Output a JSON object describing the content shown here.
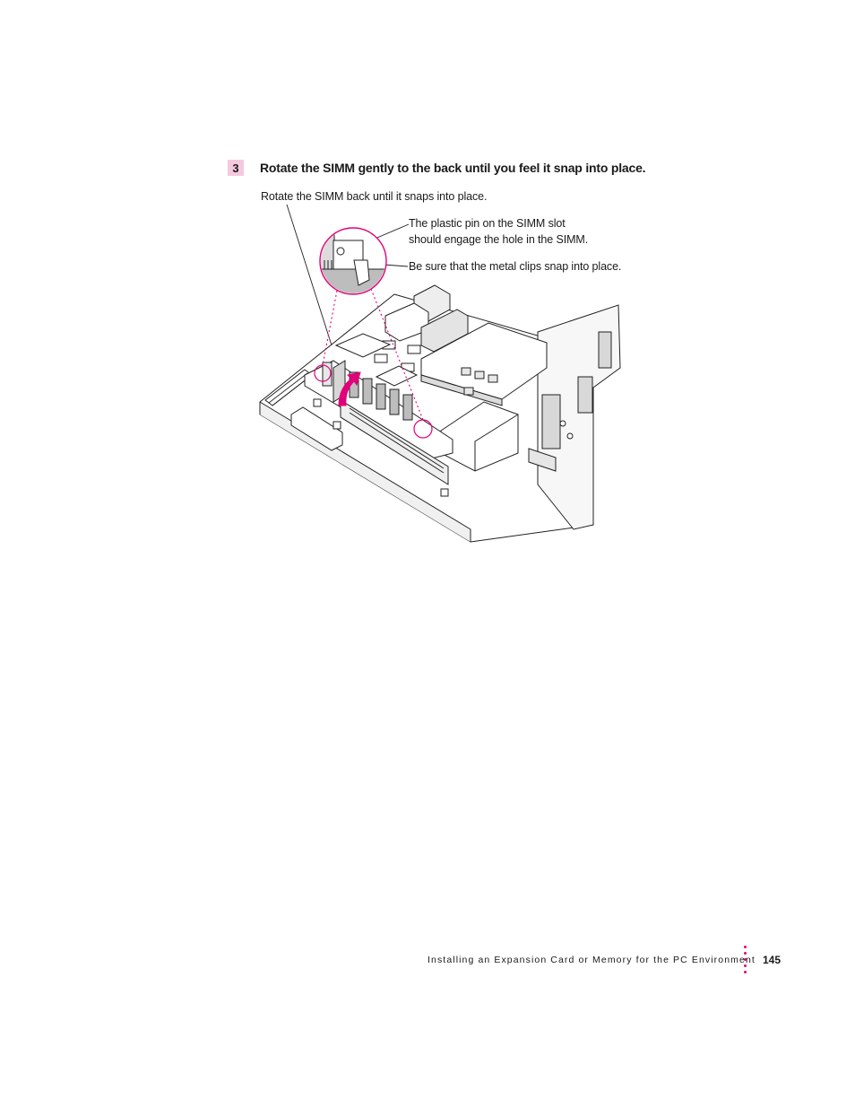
{
  "step": {
    "number": "3",
    "instruction": "Rotate the SIMM gently to the back until you feel it snap into place."
  },
  "callouts": [
    "Rotate the SIMM back until it snaps into place.",
    "The plastic pin on the SIMM slot",
    "should engage the hole in the SIMM.",
    "Be sure that the metal clips snap into place."
  ],
  "footer": {
    "chapter_title": "Installing an Expansion Card or Memory for the PC Environment",
    "page_number": "145"
  },
  "colors": {
    "accent": "#e0007a",
    "badge": "#f4c9df"
  }
}
